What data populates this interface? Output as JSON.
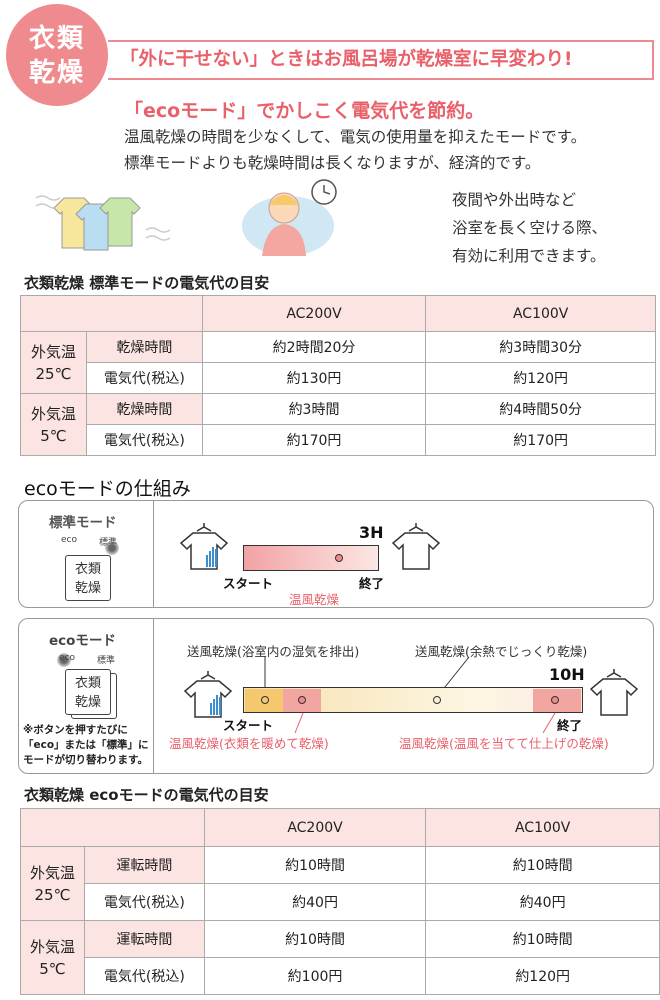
{
  "badge": {
    "line1": "衣類",
    "line2": "乾燥"
  },
  "headline": "「外に干せない」ときはお風呂場が乾燥室に早変わり!",
  "eco_intro": {
    "title": "「ecoモード」でかしこく電気代を節約。",
    "line1": "温風乾燥の時間を少なくして、電気の使用量を抑えたモードです。",
    "line2": "標準モードよりも乾燥時間は長くなりますが、経済的です。"
  },
  "side_note": {
    "line1": "夜間や外出時など",
    "line2": "浴室を長く空ける際、",
    "line3": "有効に利用できます。"
  },
  "standard_table": {
    "title": "衣類乾燥 標準モードの電気代の目安",
    "headers": [
      "AC200V",
      "AC100V"
    ],
    "groups": [
      {
        "label1": "外気温",
        "label2": "25℃",
        "rows": [
          {
            "label": "乾燥時間",
            "ac200": "約2時間20分",
            "ac100": "約3時間30分"
          },
          {
            "label": "電気代(税込)",
            "ac200": "約130円",
            "ac100": "約120円"
          }
        ]
      },
      {
        "label1": "外気温",
        "label2": "5℃",
        "rows": [
          {
            "label": "乾燥時間",
            "ac200": "約3時間",
            "ac100": "約4時間50分"
          },
          {
            "label": "電気代(税込)",
            "ac200": "約170円",
            "ac100": "約170円"
          }
        ]
      }
    ]
  },
  "mechanism": {
    "title": "ecoモードの仕組み",
    "standard": {
      "mode_label": "標準モード",
      "dial_eco": "eco",
      "dial_std": "標準",
      "key_line1": "衣類",
      "key_line2": "乾燥",
      "hours": "3H",
      "start": "スタート",
      "end": "終了",
      "warm_label": "温風乾燥"
    },
    "eco": {
      "mode_label": "ecoモード",
      "dial_eco": "eco",
      "dial_std": "標準",
      "key_line1": "衣類",
      "key_line2": "乾燥",
      "note_line1": "※ボタンを押すたびに",
      "note_line2": "「eco」または「標準」に",
      "note_line3": "モードが切り替わります。",
      "fan1": "送風乾燥(浴室内の湿気を排出)",
      "fan2": "送風乾燥(余熱でじっくり乾燥)",
      "hours": "10H",
      "start": "スタート",
      "end": "終了",
      "warm1": "温風乾燥(衣類を暖めて乾燥)",
      "warm2": "温風乾燥(温風を当てて仕上げの乾燥)"
    }
  },
  "eco_table": {
    "title": "衣類乾燥 ecoモードの電気代の目安",
    "headers": [
      "AC200V",
      "AC100V"
    ],
    "groups": [
      {
        "label1": "外気温",
        "label2": "25℃",
        "rows": [
          {
            "label": "運転時間",
            "ac200": "約10時間",
            "ac100": "約10時間"
          },
          {
            "label": "電気代(税込)",
            "ac200": "約40円",
            "ac100": "約40円"
          }
        ]
      },
      {
        "label1": "外気温",
        "label2": "5℃",
        "rows": [
          {
            "label": "運転時間",
            "ac200": "約10時間",
            "ac100": "約10時間"
          },
          {
            "label": "電気代(税込)",
            "ac200": "約100円",
            "ac100": "約120円"
          }
        ]
      }
    ]
  },
  "colors": {
    "accent": "#ef8a8f",
    "accent_text": "#e9606a",
    "table_pink": "#fbe4e2"
  }
}
